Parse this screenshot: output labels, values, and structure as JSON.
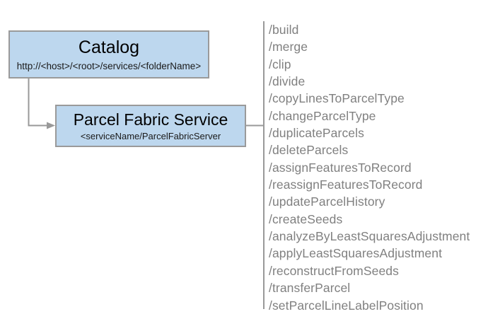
{
  "diagram": {
    "background_color": "#ffffff",
    "node_fill_color": "#bdd7ee",
    "node_border_color": "#9a9a9a",
    "connector_color": "#999999",
    "operation_text_color": "#808080",
    "nodes": {
      "catalog": {
        "title": "Catalog",
        "subtitle": "http://<host>/<root>/services/<folderName>"
      },
      "service": {
        "title": "Parcel Fabric Service",
        "subtitle": "<serviceName/ParcelFabricServer"
      }
    },
    "operations": [
      "/build",
      "/merge",
      "/clip",
      "/divide",
      "/copyLinesToParcelType",
      "/changeParcelType",
      "/duplicateParcels",
      "/deleteParcels",
      "/assignFeaturesToRecord",
      "/reassignFeaturesToRecord",
      "/updateParcelHistory",
      "/createSeeds",
      "/analyzeByLeastSquaresAdjustment",
      "/applyLeastSquaresAdjustment",
      "/reconstructFromSeeds",
      "/transferParcel",
      "/setParcelLineLabelPosition"
    ]
  }
}
